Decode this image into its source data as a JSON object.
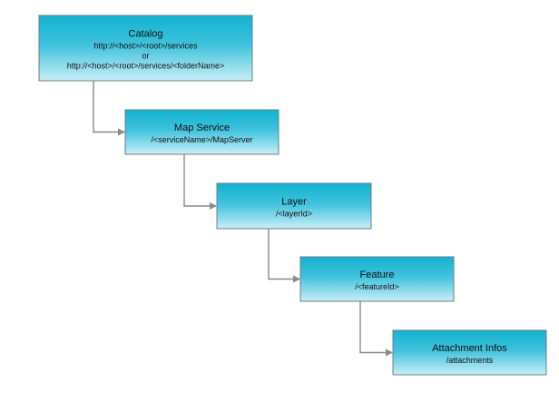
{
  "nodes": [
    {
      "id": "catalog",
      "title": "Catalog",
      "lines": [
        "http://<host>/<root>/services",
        "or",
        "http://<host>/<root>/services/<folderName>"
      ]
    },
    {
      "id": "map-service",
      "title": "Map Service",
      "lines": [
        "/<serviceName>/MapServer"
      ]
    },
    {
      "id": "layer",
      "title": "Layer",
      "lines": [
        "/<layerId>"
      ]
    },
    {
      "id": "feature",
      "title": "Feature",
      "lines": [
        "/<featureId>"
      ]
    },
    {
      "id": "attachment-infos",
      "title": "Attachment Infos",
      "lines": [
        "/attachments"
      ]
    }
  ],
  "edges": [
    {
      "from": "catalog",
      "to": "map-service"
    },
    {
      "from": "map-service",
      "to": "layer"
    },
    {
      "from": "layer",
      "to": "feature"
    },
    {
      "from": "feature",
      "to": "attachment-infos"
    }
  ],
  "colors": {
    "box_top": "#12b2d0",
    "box_bottom": "#c9eef7",
    "box_border": "#6d7f86",
    "connector": "#8a8a8a",
    "text": "#111111"
  }
}
